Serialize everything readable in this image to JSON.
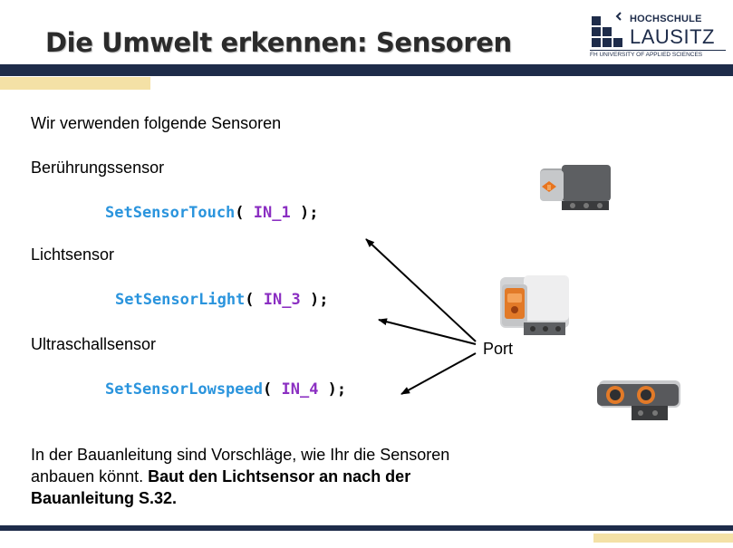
{
  "slide": {
    "title": "Die Umwelt erkennen: Sensoren"
  },
  "logo": {
    "line1": "HOCHSCHULE",
    "line2": "LAUSITZ",
    "line3": "FH UNIVERSITY OF APPLIED SCIENCES"
  },
  "body": {
    "intro": "Wir verwenden folgende Sensoren",
    "sensors": [
      {
        "label": "Berührungssensor",
        "function": "SetSensorTouch",
        "open": "( ",
        "port": "IN_1",
        "close": " );"
      },
      {
        "label": "Lichtsensor",
        "function": "SetSensorLight",
        "open": "( ",
        "port": "IN_3",
        "close": " );"
      },
      {
        "label": "Ultraschallsensor",
        "function": "SetSensorLowspeed",
        "open": "( ",
        "port": "IN_4",
        "close": " );"
      }
    ],
    "port_label": "Port",
    "note_normal": "In der Bauanleitung sind Vorschläge, wie Ihr die Sensoren anbauen könnt.",
    "note_bold": "Baut den Lichtsensor an nach der Bauanleitung S.32."
  },
  "colors": {
    "navy": "#1e2c4a",
    "gold": "#f4e1a6",
    "code_function": "#2a94dd",
    "code_port": "#8b2fc2"
  },
  "icons": [
    "touch-sensor-image",
    "light-sensor-image",
    "ultrasonic-sensor-image",
    "hochschule-logo-mark"
  ]
}
